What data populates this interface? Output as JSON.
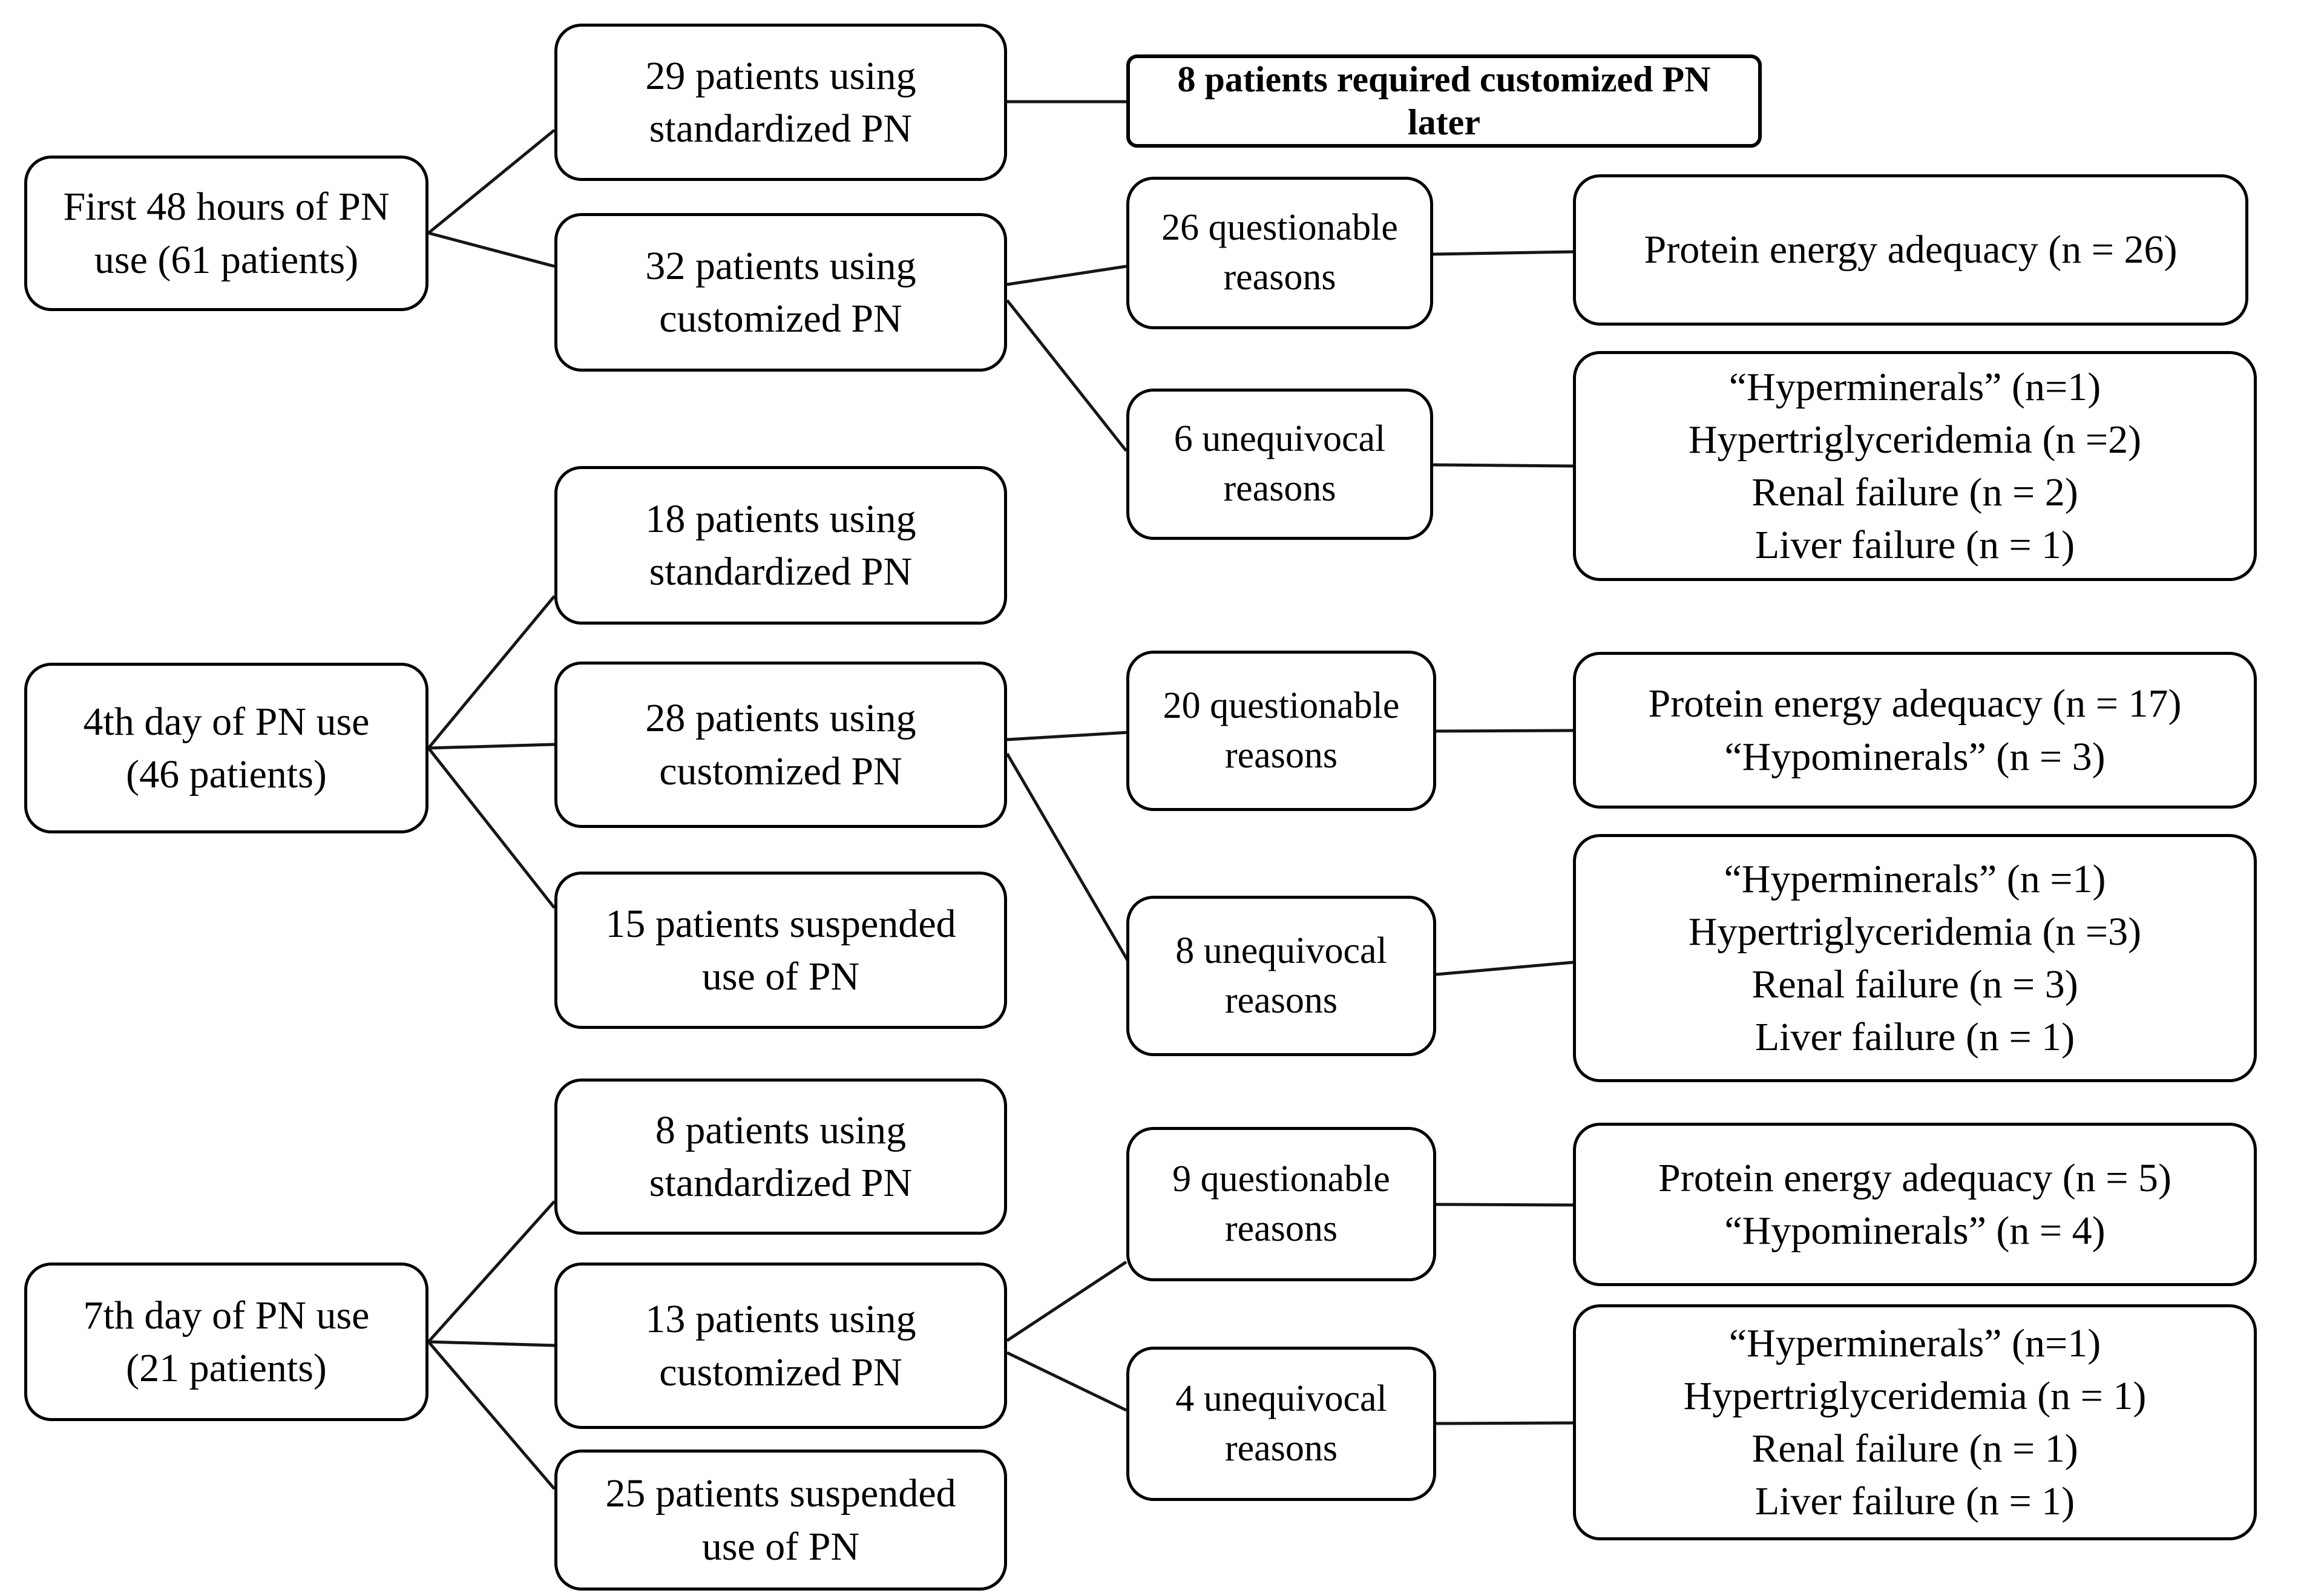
{
  "figure": {
    "colors": {
      "background": "#ffffff",
      "box_border": "#000000",
      "connector": "#161616",
      "text": "#000000"
    },
    "groups": {
      "first48": {
        "root": "First 48 hours of PN\nuse (61 patients)",
        "standardized": "29 patients using\nstandardized PN",
        "required_customized_later": "8 patients required customized PN\nlater",
        "customized": "32 patients using\ncustomized PN",
        "questionable": "26 questionable\nreasons",
        "questionable_details": "Protein energy adequacy (n = 26)",
        "unequivocal": "6 unequivocal\nreasons",
        "unequivocal_details": "“Hyperminerals” (n=1)\nHypertriglyceridemia (n =2)\nRenal failure (n = 2)\nLiver failure (n = 1)"
      },
      "day4": {
        "root": "4th day of PN use\n(46 patients)",
        "standardized": "18 patients using\nstandardized PN",
        "customized": "28 patients using\ncustomized PN",
        "suspended": "15 patients suspended\nuse of PN",
        "questionable": "20 questionable\nreasons",
        "questionable_details": "Protein energy adequacy (n = 17)\n“Hypominerals” (n = 3)",
        "unequivocal": "8 unequivocal\nreasons",
        "unequivocal_details": "“Hyperminerals” (n =1)\nHypertriglyceridemia (n =3)\nRenal failure (n = 3)\nLiver failure (n = 1)"
      },
      "day7": {
        "root": "7th day of PN use\n(21 patients)",
        "standardized": "8 patients using\nstandardized PN",
        "customized": "13 patients using\ncustomized PN",
        "suspended": "25 patients suspended\nuse of PN",
        "questionable": "9 questionable\nreasons",
        "questionable_details": "Protein energy adequacy (n = 5)\n“Hypominerals” (n = 4)",
        "unequivocal": "4 unequivocal\nreasons",
        "unequivocal_details": "“Hyperminerals” (n=1)\nHypertriglyceridemia (n = 1)\nRenal failure (n = 1)\nLiver failure (n = 1)"
      }
    }
  }
}
